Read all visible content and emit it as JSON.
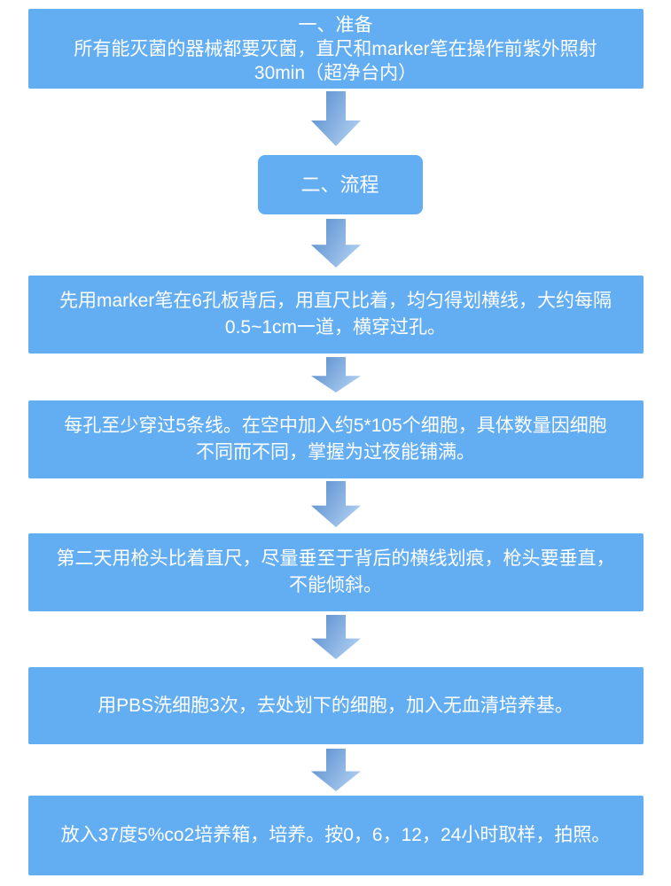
{
  "colors": {
    "background": "#FFFFFF",
    "box_fill": "#63AEF3",
    "text": "#FFFFFF",
    "arrow_gradient_start": "#5388CC",
    "arrow_gradient_end": "#A9CBEE"
  },
  "flowchart": {
    "steps": [
      {
        "name": "preparation",
        "lines": [
          "一、准备",
          "所有能灭菌的器械都要灭菌，直尺和marker笔在操作前紫外照射",
          "30min（超净台内）"
        ]
      },
      {
        "name": "process-header",
        "lines": [
          "二、流程"
        ]
      },
      {
        "name": "draw-lines",
        "lines": [
          "先用marker笔在6孔板背后，用直尺比着，均匀得划横线，大约每隔",
          "0.5~1cm一道，横穿过孔。"
        ]
      },
      {
        "name": "seed-cells",
        "lines": [
          "每孔至少穿过5条线。在空中加入约5*105个细胞，具体数量因细胞",
          "不同而不同，掌握为过夜能铺满。"
        ]
      },
      {
        "name": "scratch",
        "lines": [
          "第二天用枪头比着直尺，尽量垂至于背后的横线划痕，枪头要垂直，",
          "不能倾斜。"
        ]
      },
      {
        "name": "wash-cells",
        "lines": [
          "用PBS洗细胞3次，去处划下的细胞，加入无血清培养基。"
        ]
      },
      {
        "name": "incubate-sample",
        "lines": [
          "放入37度5%co2培养箱，培养。按0，6，12，24小时取样，拍照。"
        ]
      }
    ]
  }
}
